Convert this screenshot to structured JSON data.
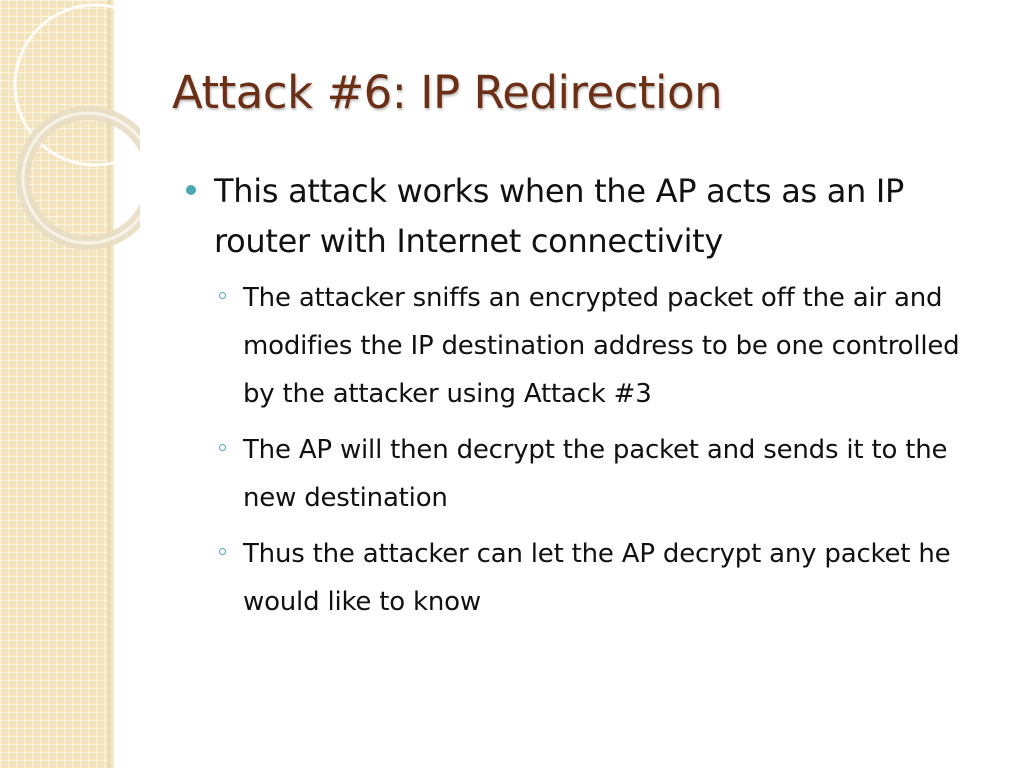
{
  "slide": {
    "title": "Attack #6: IP Redirection",
    "bullets": [
      {
        "text": "This attack works when the AP acts as an IP router with Internet connectivity",
        "sub_bullets": [
          "The attacker sniffs an encrypted packet off the air and modifies the IP destination address to be one controlled by the attacker using Attack #3",
          "The AP will then decrypt the packet and sends it to the new destination",
          "Thus the attacker can let the AP decrypt any packet he would like to know"
        ]
      }
    ]
  },
  "colors": {
    "title": "#6b2f16",
    "bullet_accent": "#4da6b3",
    "side_band": "#f3e4bd",
    "text": "#111111"
  },
  "icons": {
    "level1_bullet": "filled-dot-icon",
    "level2_bullet": "ring-bullet-icon"
  }
}
